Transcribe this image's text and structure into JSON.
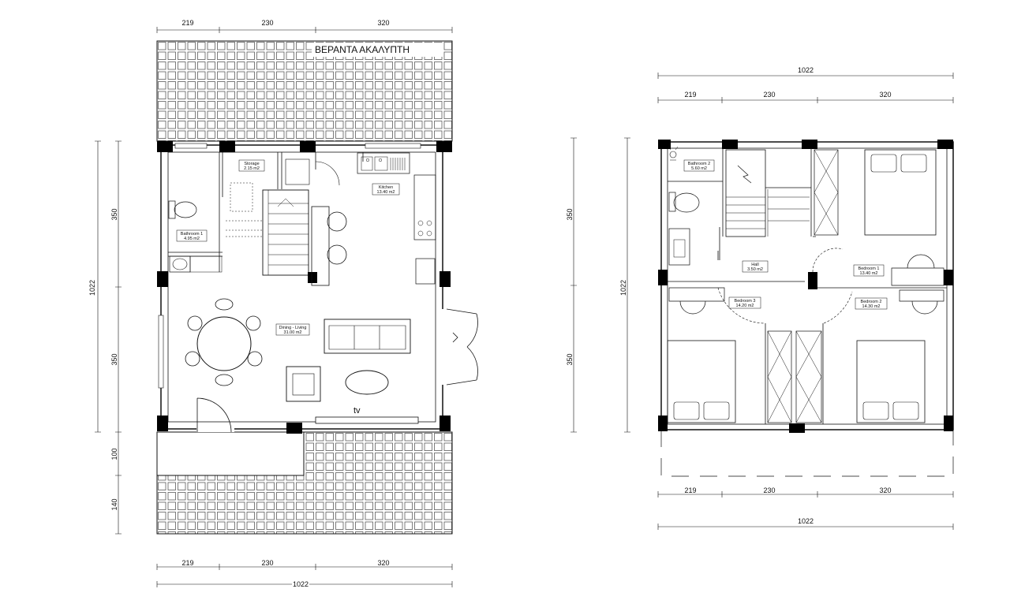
{
  "ground_floor": {
    "veranda_label": "ΒΕΡΑΝΤΑ ΑΚΑΛΥΠΤΗ",
    "tv_label": "tv",
    "dims_top": [
      "219",
      "230",
      "320"
    ],
    "dims_bottom": [
      "219",
      "230",
      "320"
    ],
    "dim_total": "1022",
    "dims_left": [
      "350",
      "350",
      "100",
      "140"
    ],
    "dim_left_total": "1022",
    "rooms": {
      "storage": {
        "name": "Storage",
        "area": "2.15 m2"
      },
      "kitchen": {
        "name": "Kitchen",
        "area": "13.40 m2"
      },
      "bathroom1": {
        "name": "Bathroom 1",
        "area": "4.95 m2"
      },
      "living": {
        "name": "Dining - Living",
        "area": "31.00 m2"
      }
    }
  },
  "first_floor": {
    "dim_total_top": "1022",
    "dims_top": [
      "219",
      "230",
      "320"
    ],
    "dims_bottom": [
      "219",
      "230",
      "320"
    ],
    "dim_total_bottom": "1022",
    "dims_left": [
      "350",
      "350"
    ],
    "dim_left_total": "1022",
    "rooms": {
      "bathroom2": {
        "name": "Bathroom 2",
        "area": "5.60 m2"
      },
      "hall": {
        "name": "Hall",
        "area": "3.50 m2"
      },
      "bedroom1": {
        "name": "Bedroom 1",
        "area": "13.40 m2"
      },
      "bedroom2": {
        "name": "Bedroom 2",
        "area": "14.30 m2"
      },
      "bedroom3": {
        "name": "Bedroom 3",
        "area": "14.20 m2"
      }
    }
  }
}
